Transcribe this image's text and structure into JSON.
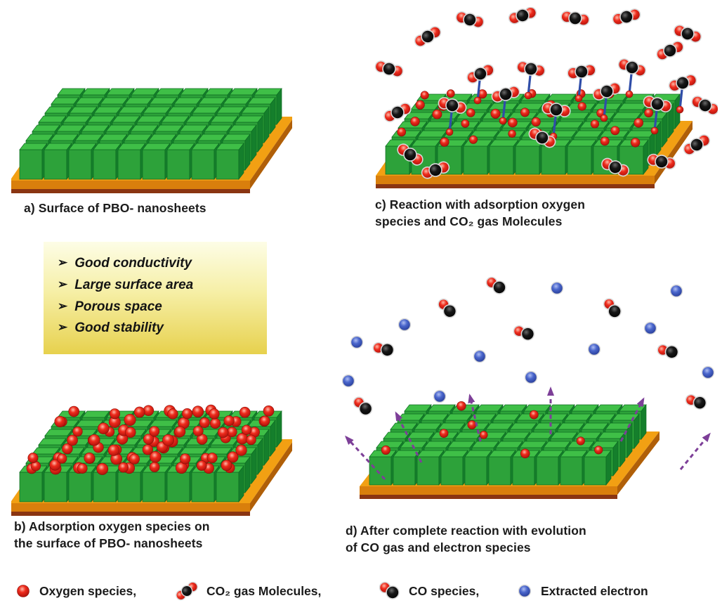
{
  "panels": {
    "a": {
      "caption": "a) Surface of  PBO- nanosheets"
    },
    "b": {
      "caption": "b) Adsorption oxygen species on\nthe surface of  PBO- nanosheets"
    },
    "c": {
      "caption": "c) Reaction with adsorption oxygen\nspecies and CO₂ gas Molecules"
    },
    "d": {
      "caption": "d) After complete reaction with evolution\nof  CO gas  and  electron species"
    }
  },
  "properties_box": {
    "bullet": "➢",
    "items": [
      "Good conductivity",
      "Large surface area",
      "Porous  space",
      "Good stability"
    ]
  },
  "legend": {
    "items": [
      {
        "icon": "oxygen-species-icon",
        "label": "Oxygen species,"
      },
      {
        "icon": "co2-molecule-icon",
        "label": "CO₂ gas Molecules,"
      },
      {
        "icon": "co-species-icon",
        "label": "CO species,"
      },
      {
        "icon": "extracted-electron-icon",
        "label": "Extracted electron"
      }
    ]
  },
  "colors": {
    "cube_top": "#3fbf47",
    "cube_front": "#2da23a",
    "cube_side": "#157f2c",
    "cube_stroke": "#0c6b22",
    "substrate_top": "#f2a013",
    "substrate_front": "#d97f0c",
    "substrate_side": "#b05f08",
    "substrate_edge": "#8a3512",
    "red_hi": "#ffb9a8",
    "red_mid": "#ee2b1c",
    "red_lo": "#a20d08",
    "blue_hi": "#aebdf2",
    "blue_mid": "#4a66cc",
    "blue_lo": "#20348c",
    "black_hi": "#6a6a6a",
    "black_mid": "#161616",
    "black_lo": "#000000",
    "stick": "#2f4da8",
    "arrow": "#7d3f98",
    "molecule_outline": "#d8d8d8",
    "box_bg_top": "#fdfde6",
    "box_bg_bottom": "#e7d14d",
    "text": "#1b1b1b"
  }
}
